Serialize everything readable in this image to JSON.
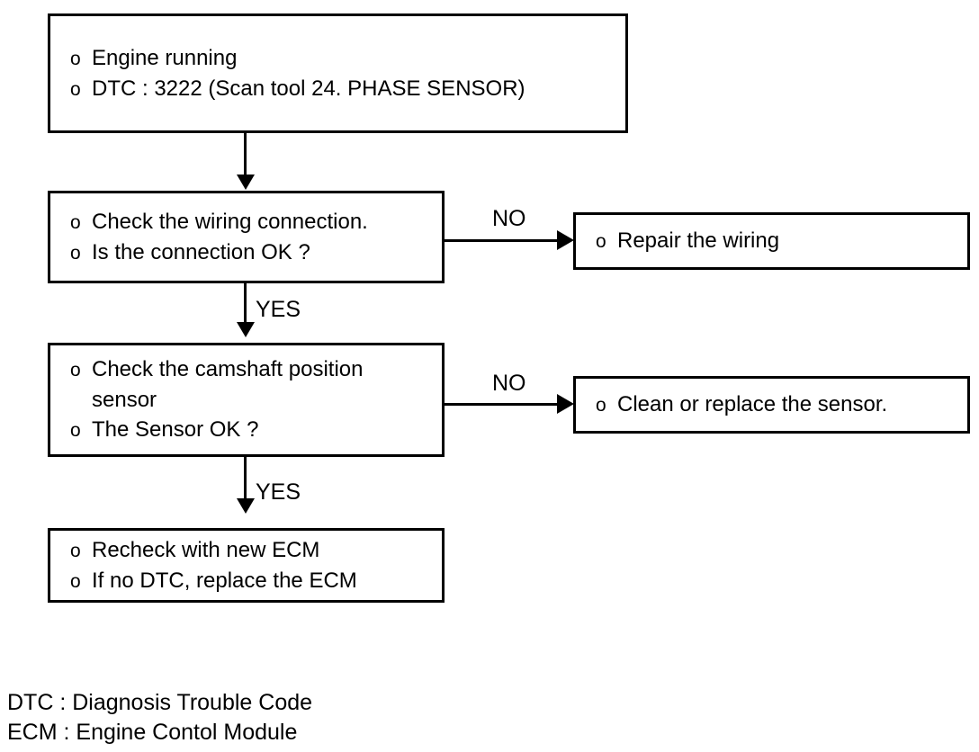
{
  "diagram": {
    "title": "Phase sensor DTC 3222 diagnostic flowchart",
    "line_color": "#000000",
    "background_color": "#ffffff",
    "bullet_glyph": "o"
  },
  "nodes": {
    "start": {
      "name": "engine-running-dtc",
      "lines": [
        "Engine running",
        "DTC : 3222 (Scan tool 24. PHASE SENSOR)"
      ]
    },
    "check_wiring": {
      "name": "check-wiring-connection",
      "lines": [
        "Check the wiring connection.",
        "Is the connection OK ?"
      ]
    },
    "repair_wiring": {
      "name": "repair-the-wiring",
      "lines": [
        "Repair the wiring"
      ]
    },
    "check_sensor": {
      "name": "check-camshaft-position-sensor",
      "lines": [
        "Check the camshaft position",
        "The Sensor OK ?"
      ],
      "continuation": "sensor"
    },
    "clean_sensor": {
      "name": "clean-or-replace-the-sensor",
      "lines": [
        "Clean or replace the sensor."
      ]
    },
    "recheck_ecm": {
      "name": "recheck-with-new-ecm",
      "lines": [
        "Recheck with new ECM",
        "If no DTC, replace the ECM"
      ]
    }
  },
  "edges": {
    "no_wiring": "NO",
    "yes_wiring": "YES",
    "no_sensor": "NO",
    "yes_sensor": "YES"
  },
  "legend": {
    "dtc": "DTC : Diagnosis Trouble Code",
    "ecm": "ECM : Engine Contol Module"
  }
}
